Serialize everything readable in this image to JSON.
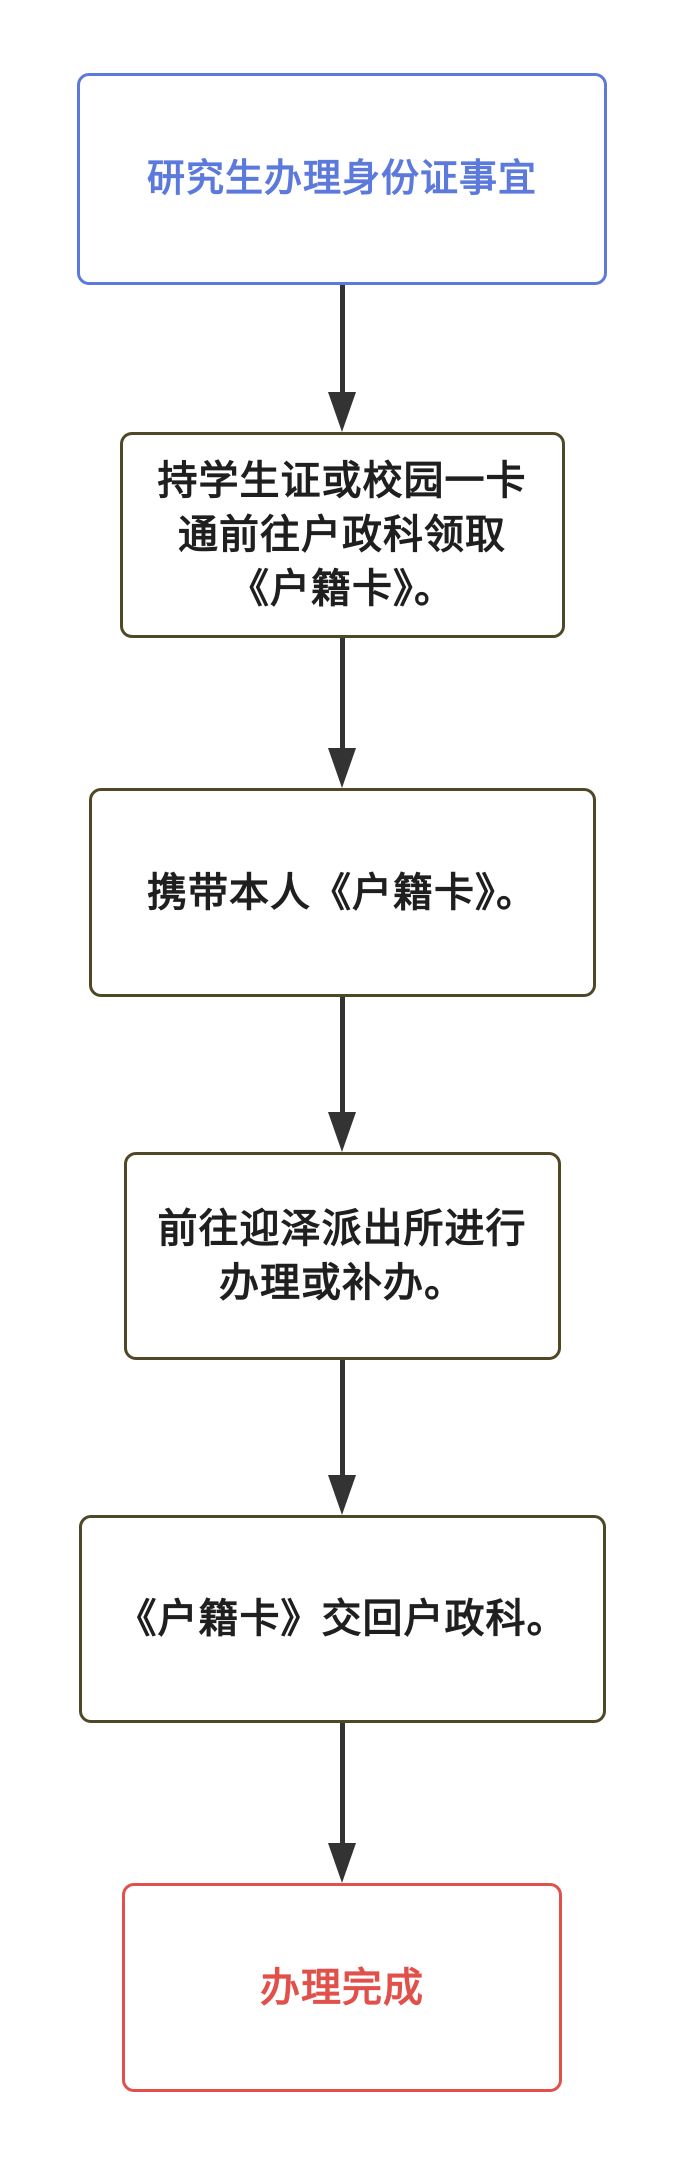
{
  "flowchart": {
    "title_node": {
      "label": "研究生办理身份证事宜"
    },
    "steps": [
      {
        "label": "持学生证或校园一卡\n通前往户政科领取\n《户籍卡》。"
      },
      {
        "label": "携带本人《户籍卡》。"
      },
      {
        "label": "前往迎泽派出所进行\n办理或补办。"
      },
      {
        "label": "《户籍卡》交回户政科。"
      }
    ],
    "end_node": {
      "label": "办理完成"
    },
    "colors": {
      "title_accent": "#5c79dc",
      "step_border": "#4f4826",
      "step_text": "#1f1f1f",
      "end_accent": "#e1504a",
      "arrow": "#333333",
      "bg": "#ffffff"
    }
  }
}
